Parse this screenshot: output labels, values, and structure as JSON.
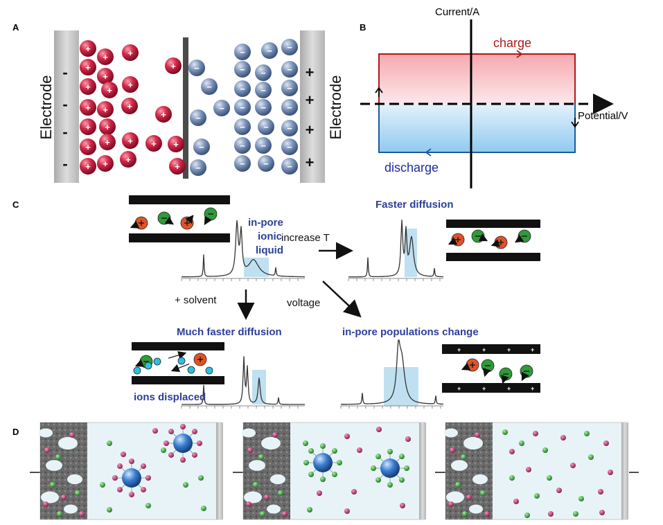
{
  "panels": [
    "A",
    "B",
    "C",
    "D"
  ],
  "panel_a": {
    "left_electrode": "Electrode",
    "right_electrode": "Electrode",
    "left_signs": [
      "-",
      "-",
      "-",
      "-"
    ],
    "right_signs": [
      "+",
      "+",
      "+",
      "+"
    ],
    "cation_symbol": "+",
    "anion_symbol": "−",
    "colors": {
      "cation": "#d42a4a",
      "anion": "#6e8ab4",
      "electrode": "#c8c8c8"
    }
  },
  "panel_b": {
    "y_axis_label": "Current/A",
    "x_axis_label": "Potential/V",
    "charge_label": "charge",
    "discharge_label": "discharge",
    "colors": {
      "charge": "#b01818",
      "discharge": "#1c2b9c"
    }
  },
  "panel_c": {
    "state_1": [
      "in-pore",
      "ionic",
      "liquid"
    ],
    "state_2": "Faster diffusion",
    "state_3": "Much faster diffusion",
    "state_3_sub": "ions displaced",
    "state_4": "in-pore populations change",
    "arrow_1": "increase T",
    "arrow_2": "+ solvent",
    "arrow_3": "voltage",
    "pore_signs": [
      "+",
      "+",
      "+",
      "+"
    ],
    "colors": {
      "label": "#2a3f9a",
      "highlight": "#bfe0f0",
      "cation": "#e0522a",
      "anion": "#2f9a3a",
      "solvent": "#2cc0e0"
    }
  },
  "panel_d": {
    "colors": {
      "cation": "#b8326a",
      "anion": "#3aa83a",
      "solvated": "#3a7ed0",
      "electrolyte": "#e8f3f8"
    }
  }
}
